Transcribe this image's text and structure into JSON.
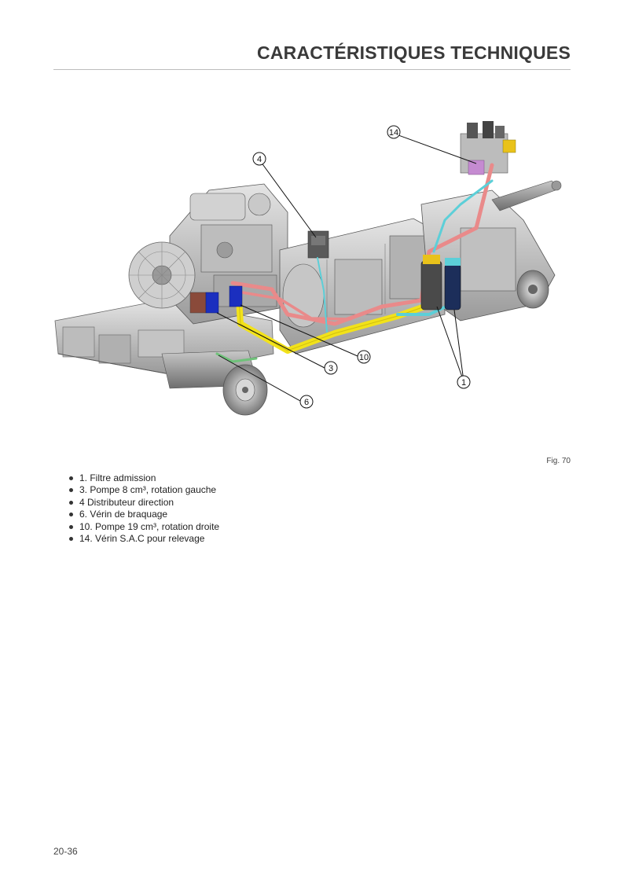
{
  "header": {
    "title": "CARACTÉRISTIQUES TECHNIQUES"
  },
  "figure": {
    "caption": "Fig. 70",
    "callouts": [
      "14",
      "4",
      "10",
      "3",
      "6",
      "1"
    ]
  },
  "legend": {
    "items": [
      "1. Filtre admission",
      "3. Pompe 8 cm³, rotation gauche",
      "4 Distributeur direction",
      "6. Vérin de braquage",
      "10. Pompe 19 cm³, rotation droite",
      "14. Vérin S.A.C pour relevage"
    ]
  },
  "footer": {
    "page_number": "20-36"
  },
  "colors": {
    "pressure_line": "#e98a8a",
    "suction_line": "#f2e21a",
    "return_line": "#5ccfd8",
    "pump_blue": "#1b2fbf"
  }
}
